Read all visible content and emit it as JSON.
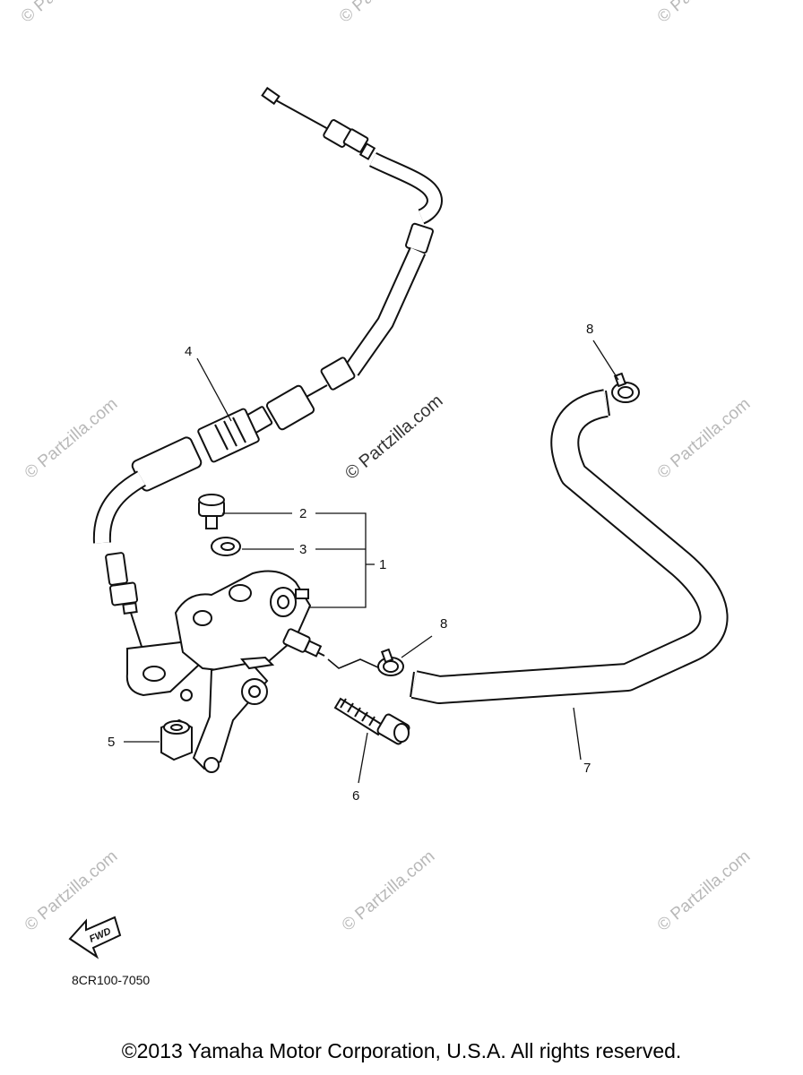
{
  "watermark": {
    "text": "© Partzilla.com",
    "center_text": "© Partzilla.com"
  },
  "callouts": [
    {
      "id": "1",
      "label": "1"
    },
    {
      "id": "2",
      "label": "2"
    },
    {
      "id": "3",
      "label": "3"
    },
    {
      "id": "4",
      "label": "4"
    },
    {
      "id": "5",
      "label": "5"
    },
    {
      "id": "6",
      "label": "6"
    },
    {
      "id": "7",
      "label": "7"
    },
    {
      "id": "8a",
      "label": "8"
    },
    {
      "id": "8b",
      "label": "8"
    }
  ],
  "fwd_label": "FWD",
  "diagram_code": "8CR100-7050",
  "copyright": "©2013 Yamaha Motor Corporation, U.S.A. All rights reserved."
}
